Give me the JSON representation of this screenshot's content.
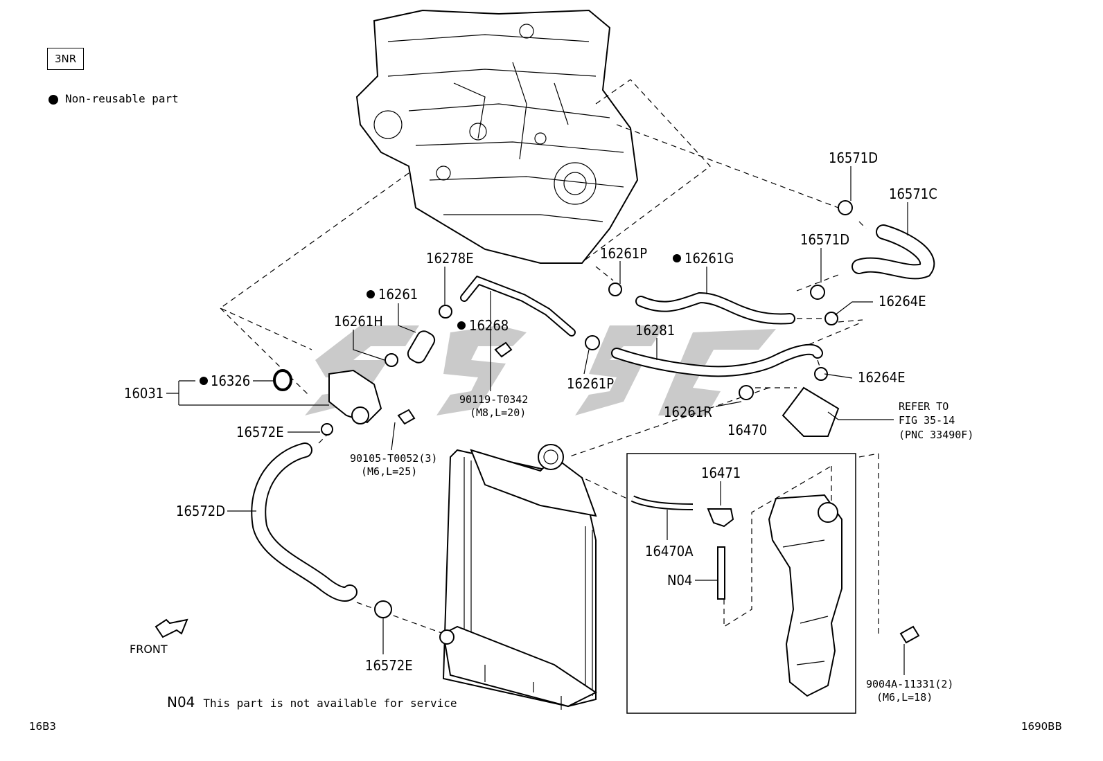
{
  "engine_code": "3NR",
  "legend": {
    "symbol": "●",
    "text": "Non-reusable part"
  },
  "note": {
    "code": "N04",
    "text": "This part is not available for service"
  },
  "front_label": "FRONT",
  "figure_codes": {
    "left": "16B3",
    "right": "1690BB"
  },
  "parts": {
    "p16571D_top": "16571D",
    "p16571C": "16571C",
    "p16571D_mid": "16571D",
    "p16261P_top": "16261P",
    "p16261G": "16261G",
    "p16278E": "16278E",
    "p16264E_top": "16264E",
    "p16261": "16261",
    "p16268": "16268",
    "p16261H": "16261H",
    "p16281": "16281",
    "p16261P_mid": "16261P",
    "p16264E_mid": "16264E",
    "p16031": "16031",
    "p16326": "16326",
    "p16572E_top": "16572E",
    "p16572D": "16572D",
    "p16572E_bottom": "16572E",
    "p16261R": "16261R",
    "p16470": "16470",
    "p16471": "16471",
    "p16470A": "16470A",
    "pN04": "N04",
    "bolt_90119": "90119-T0342",
    "bolt_90119_spec": "(M8,L=20)",
    "bolt_90105": "90105-T0052(3)",
    "bolt_90105_spec": "(M6,L=25)",
    "bolt_9004A": "9004A-11331(2)",
    "bolt_9004A_spec": "(M6,L=18)"
  },
  "refer": {
    "line1": "REFER TO",
    "line2": "FIG 35-14",
    "line3": "(PNC 33490F)"
  },
  "watermark_text": "SJSC"
}
